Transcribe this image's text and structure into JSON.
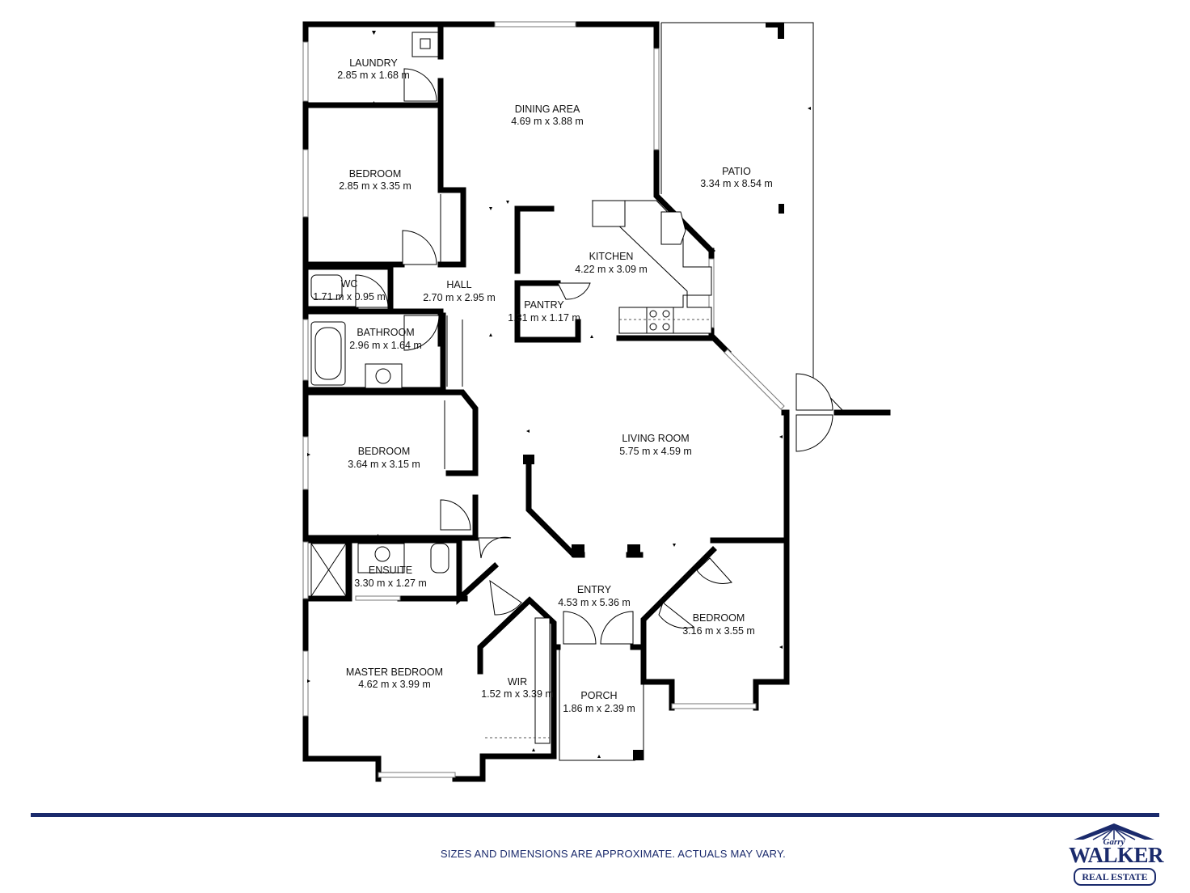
{
  "rooms": {
    "laundry": {
      "name": "LAUNDRY",
      "size": "2.85 m x 1.68 m"
    },
    "dining": {
      "name": "DINING AREA",
      "size": "4.69 m x 3.88 m"
    },
    "patio": {
      "name": "PATIO",
      "size": "3.34 m x 8.54 m"
    },
    "bedroom2": {
      "name": "BEDROOM",
      "size": "2.85 m x 3.35 m"
    },
    "kitchen": {
      "name": "KITCHEN",
      "size": "4.22 m x 3.09 m"
    },
    "wc": {
      "name": "WC",
      "size": "1.71 m x 0.95 m"
    },
    "hall": {
      "name": "HALL",
      "size": "2.70 m x 2.95 m"
    },
    "pantry": {
      "name": "PANTRY",
      "size": "1.31 m x 1.17 m"
    },
    "bathroom": {
      "name": "BATHROOM",
      "size": "2.96 m x 1.64 m"
    },
    "bedroom3": {
      "name": "BEDROOM",
      "size": "3.64 m x 3.15 m"
    },
    "living": {
      "name": "LIVING ROOM",
      "size": "5.75 m x 4.59 m"
    },
    "ensuite": {
      "name": "ENSUITE",
      "size": "3.30 m x 1.27 m"
    },
    "entry": {
      "name": "ENTRY",
      "size": "4.53 m x 5.36 m"
    },
    "bedroom4": {
      "name": "BEDROOM",
      "size": "3.16 m x 3.55 m"
    },
    "master": {
      "name": "MASTER BEDROOM",
      "size": "4.62 m x 3.99 m"
    },
    "wir": {
      "name": "WIR",
      "size": "1.52 m x 3.39 m"
    },
    "porch": {
      "name": "PORCH",
      "size": "1.86 m x 2.39 m"
    }
  },
  "footer": {
    "disclaimer": "SIZES AND DIMENSIONS ARE APPROXIMATE. ACTUALS MAY VARY."
  },
  "logo": {
    "script": "Garry",
    "name": "WALKER",
    "tag": "REAL ESTATE"
  },
  "colors": {
    "brand": "#1a2a6c",
    "wall": "#000000"
  }
}
